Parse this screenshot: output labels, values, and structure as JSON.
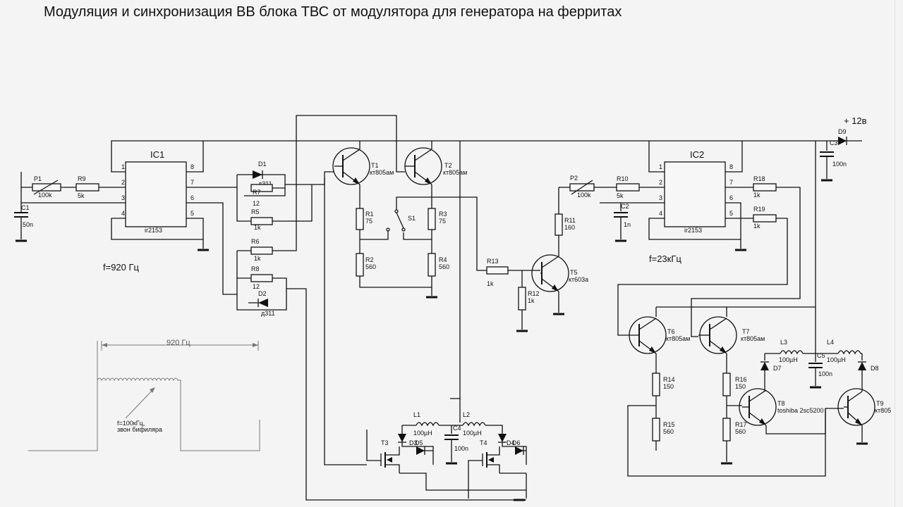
{
  "title": "Модуляция и синхронизация ВВ блока ТВС от модулятора для генератора на ферритах",
  "supply": "+ 12в",
  "freq1": "f=920 Гц",
  "freq2": "f=23кГц",
  "wave_label": "920 Гц",
  "wave_note1": "f=100кГц,",
  "wave_note2": "звон бифиляра",
  "ic1": {
    "name": "IC1",
    "part": "ir2153",
    "pins": [
      "1",
      "2",
      "3",
      "4",
      "8",
      "7",
      "6",
      "5"
    ]
  },
  "ic2": {
    "name": "IC2",
    "part": "ir2153",
    "pins": [
      "1",
      "2",
      "3",
      "4",
      "8",
      "7",
      "6",
      "5"
    ]
  },
  "parts": {
    "P1": "P1",
    "P1v": "100k",
    "R9": "R9",
    "R9v": "5k",
    "C1": "C1",
    "C1v": "50n",
    "D1": "D1",
    "D1v": "д311",
    "R7": "R7",
    "R7v": "12",
    "R5": "R5",
    "R5v": "1k",
    "R6": "R6",
    "R6v": "1k",
    "R8": "R8",
    "R8v": "12",
    "D2": "D2",
    "D2v": "д311",
    "T1": "T1",
    "T1v": "кт805ам",
    "T2": "T2",
    "T2v": "кт805ам",
    "R1": "R1",
    "R1v": "75",
    "R2": "R2",
    "R2v": "560",
    "R3": "R3",
    "R3v": "75",
    "R4": "R4",
    "R4v": "560",
    "S1": "S1",
    "R13": "R13",
    "R13v": "1k",
    "R12": "R12",
    "R12v": "1k",
    "T5": "T5",
    "T5v": "кт603а",
    "R11": "R11",
    "R11v": "160",
    "P2": "P2",
    "P2v": "100k",
    "R10": "R10",
    "R10v": "5k",
    "C2": "C2",
    "C2v": "1n",
    "R18": "R18",
    "R18v": "1k",
    "R19": "R19",
    "R19v": "1k",
    "D9": "D9",
    "C3": "C3",
    "C3v": "100n",
    "T6": "T6",
    "T6v": "кт805ам",
    "T7": "T7",
    "T7v": "кт805ам",
    "R14": "R14",
    "R14v": "150",
    "R15": "R15",
    "R15v": "560",
    "R16": "R16",
    "R16v": "150",
    "R17": "R17",
    "R17v": "560",
    "L3": "L3",
    "L3v": "100µH",
    "L4": "L4",
    "L4v": "100µH",
    "C5": "C5",
    "C5v": "100n",
    "D7": "D7",
    "D8": "D8",
    "T8": "T8",
    "T8v": "toshiba 2sc5200",
    "T9": "T9",
    "T9v": "кт805",
    "L1": "L1",
    "L1v": "100µH",
    "L2": "L2",
    "L2v": "100µH",
    "C4": "C4",
    "C4v": "100n",
    "T3": "T3",
    "T4": "T4",
    "D3": "D3",
    "D5": "D5",
    "D4": "D4",
    "D6": "D6"
  }
}
